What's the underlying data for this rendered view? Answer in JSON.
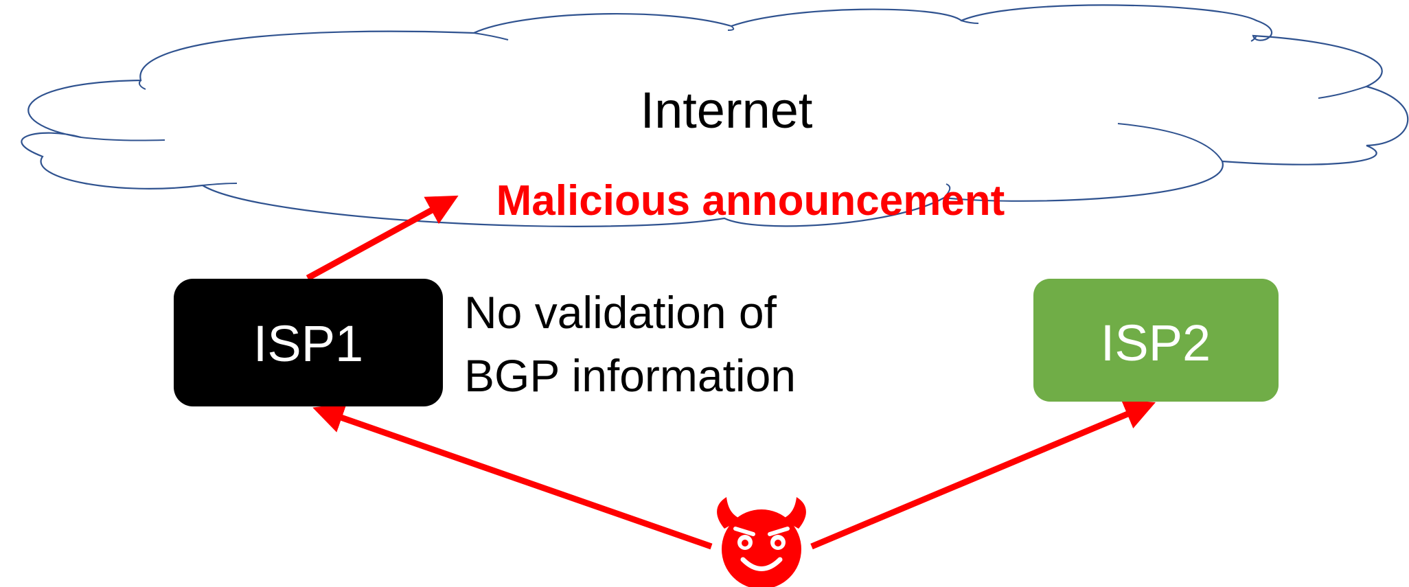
{
  "diagram": {
    "cloud": {
      "label": "Internet",
      "outline_color": "#2F528F"
    },
    "announcement": {
      "label": "Malicious announcement",
      "color": "#FF0000"
    },
    "isp1": {
      "label": "ISP1",
      "fill": "#000000"
    },
    "isp2": {
      "label": "ISP2",
      "fill": "#70AD47"
    },
    "note": {
      "line1": "No validation of",
      "line2": "BGP information"
    },
    "attacker": {
      "icon": "devil-face-icon",
      "color": "#FF0000"
    },
    "arrow_color": "#FF0000"
  }
}
